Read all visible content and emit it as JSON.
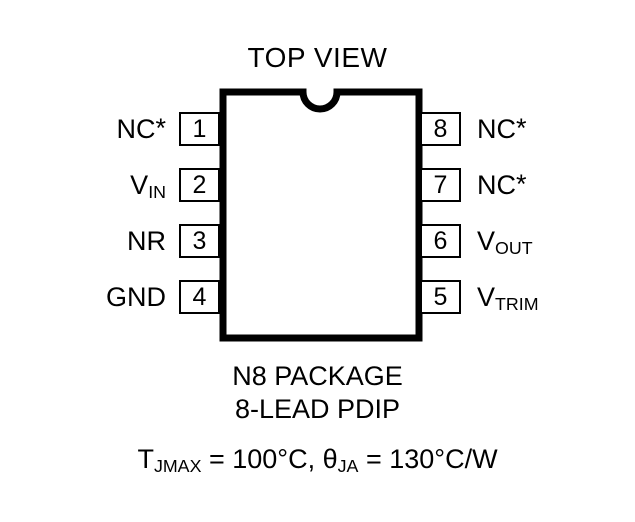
{
  "title": "TOP VIEW",
  "package": {
    "name_line_1": "N8 PACKAGE",
    "name_line_2": "8-LEAD PDIP",
    "outline_color": "#000000",
    "background_color": "#ffffff"
  },
  "pins": {
    "left": [
      {
        "number": "1",
        "label": "NC",
        "suffix": "*",
        "subscript": ""
      },
      {
        "number": "2",
        "label": "V",
        "suffix": "",
        "subscript": "IN"
      },
      {
        "number": "3",
        "label": "NR",
        "suffix": "",
        "subscript": ""
      },
      {
        "number": "4",
        "label": "GND",
        "suffix": "",
        "subscript": ""
      }
    ],
    "right": [
      {
        "number": "8",
        "label": "NC",
        "suffix": "*",
        "subscript": ""
      },
      {
        "number": "7",
        "label": "NC",
        "suffix": "*",
        "subscript": ""
      },
      {
        "number": "6",
        "label": "V",
        "suffix": "",
        "subscript": "OUT"
      },
      {
        "number": "5",
        "label": "V",
        "suffix": "",
        "subscript": "TRIM"
      }
    ]
  },
  "thermal": {
    "tj_symbol": "T",
    "tj_subscript": "JMAX",
    "tj_equals": " = ",
    "tj_value": "100°C",
    "separator": ", ",
    "theta_symbol": "θ",
    "theta_subscript": "JA",
    "theta_equals": " = ",
    "theta_value": "130°C/W"
  }
}
